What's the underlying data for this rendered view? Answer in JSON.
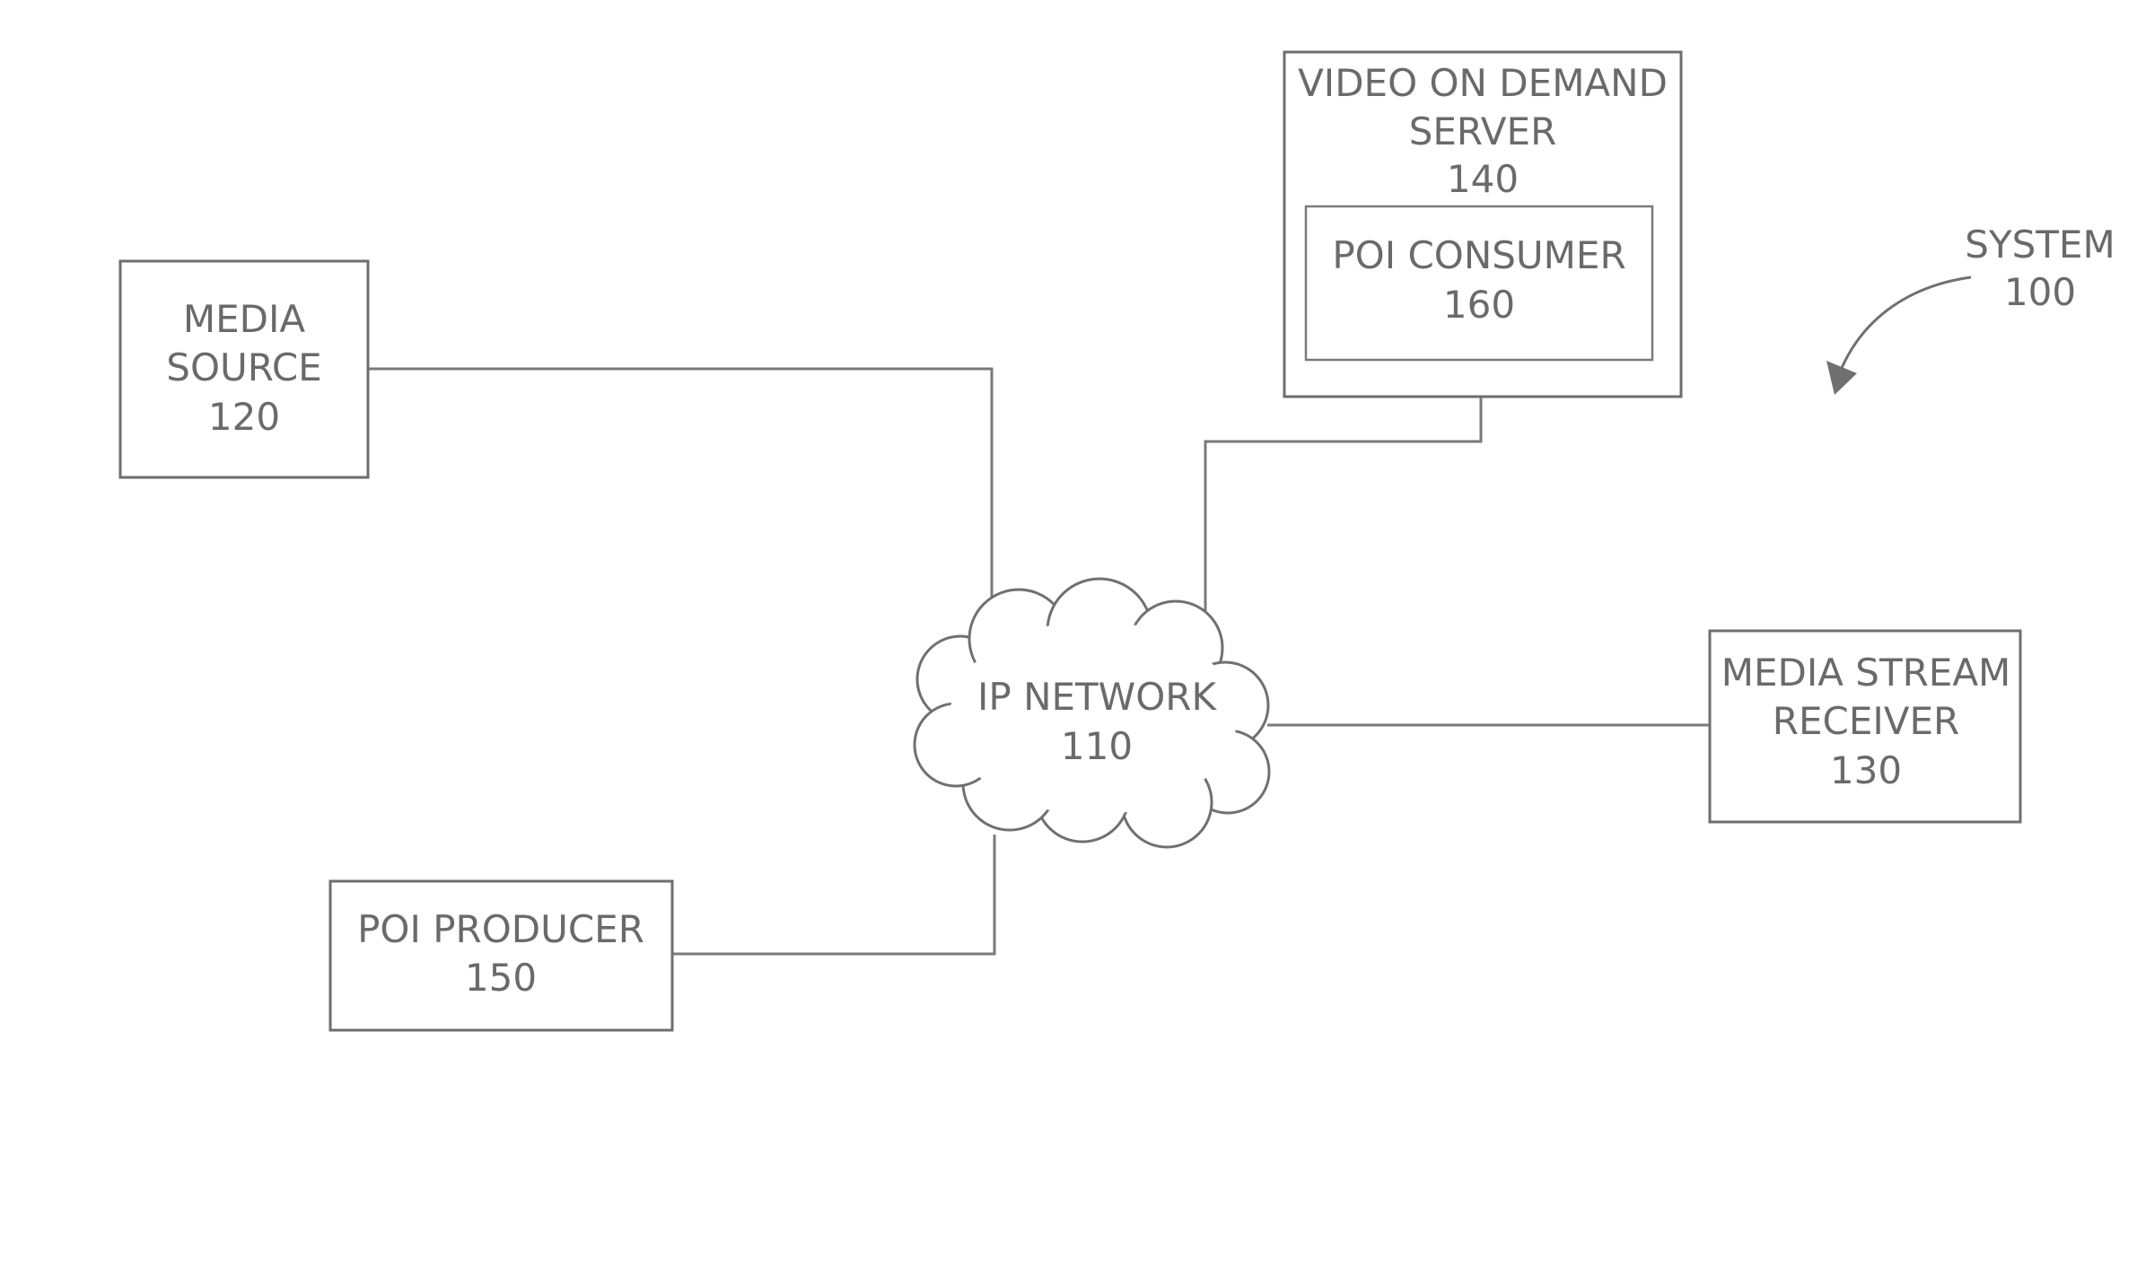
{
  "diagram": {
    "system": {
      "label": "SYSTEM",
      "number": "100"
    },
    "network": {
      "label": "IP NETWORK",
      "number": "110"
    },
    "media_source": {
      "line1": "MEDIA",
      "line2": "SOURCE",
      "number": "120"
    },
    "media_stream_receiver": {
      "line1": "MEDIA STREAM",
      "line2": "RECEIVER",
      "number": "130"
    },
    "vod_server": {
      "line1": "VIDEO ON DEMAND",
      "line2": "SERVER",
      "number": "140"
    },
    "poi_producer": {
      "label": "POI PRODUCER",
      "number": "150"
    },
    "poi_consumer": {
      "label": "POI CONSUMER",
      "number": "160"
    }
  }
}
